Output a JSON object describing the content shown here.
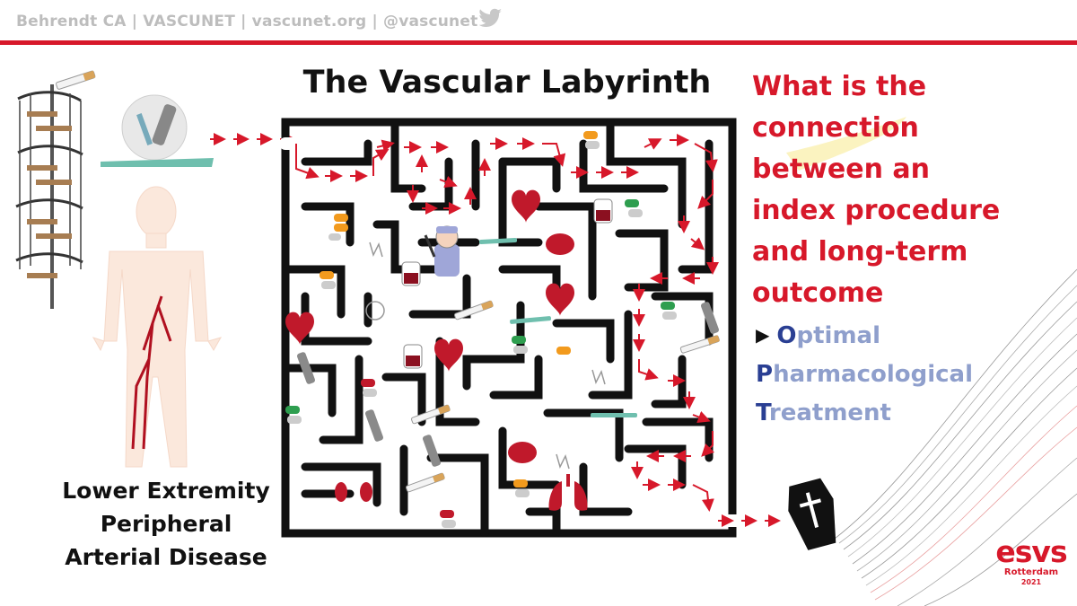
{
  "header": {
    "credit": "Behrendt CA | VASCUNET | vascunet.org | @vascunet",
    "bird_icon": "twitter-bird-icon"
  },
  "maze": {
    "title": "The Vascular Labyrinth"
  },
  "question": {
    "lines": [
      "What is the",
      "connection",
      "between an",
      "index procedure",
      "and long-term",
      "outcome"
    ]
  },
  "opt": {
    "bullet": "▶",
    "items": [
      {
        "first": "O",
        "rest": "ptimal"
      },
      {
        "first": "P",
        "rest": "harmacological"
      },
      {
        "first": "T",
        "rest": "reatment"
      }
    ]
  },
  "lead": {
    "lines": [
      "Lower Extremity",
      "Peripheral",
      "Arterial Disease"
    ]
  },
  "logo": {
    "mark": "esvs",
    "city": "Rotterdam",
    "year": "2021"
  },
  "colors": {
    "brand_red": "#d7182a",
    "opt_letter": "#2a3f93",
    "opt_text": "#8f9fcc",
    "header_grey": "#bdbdbd"
  }
}
